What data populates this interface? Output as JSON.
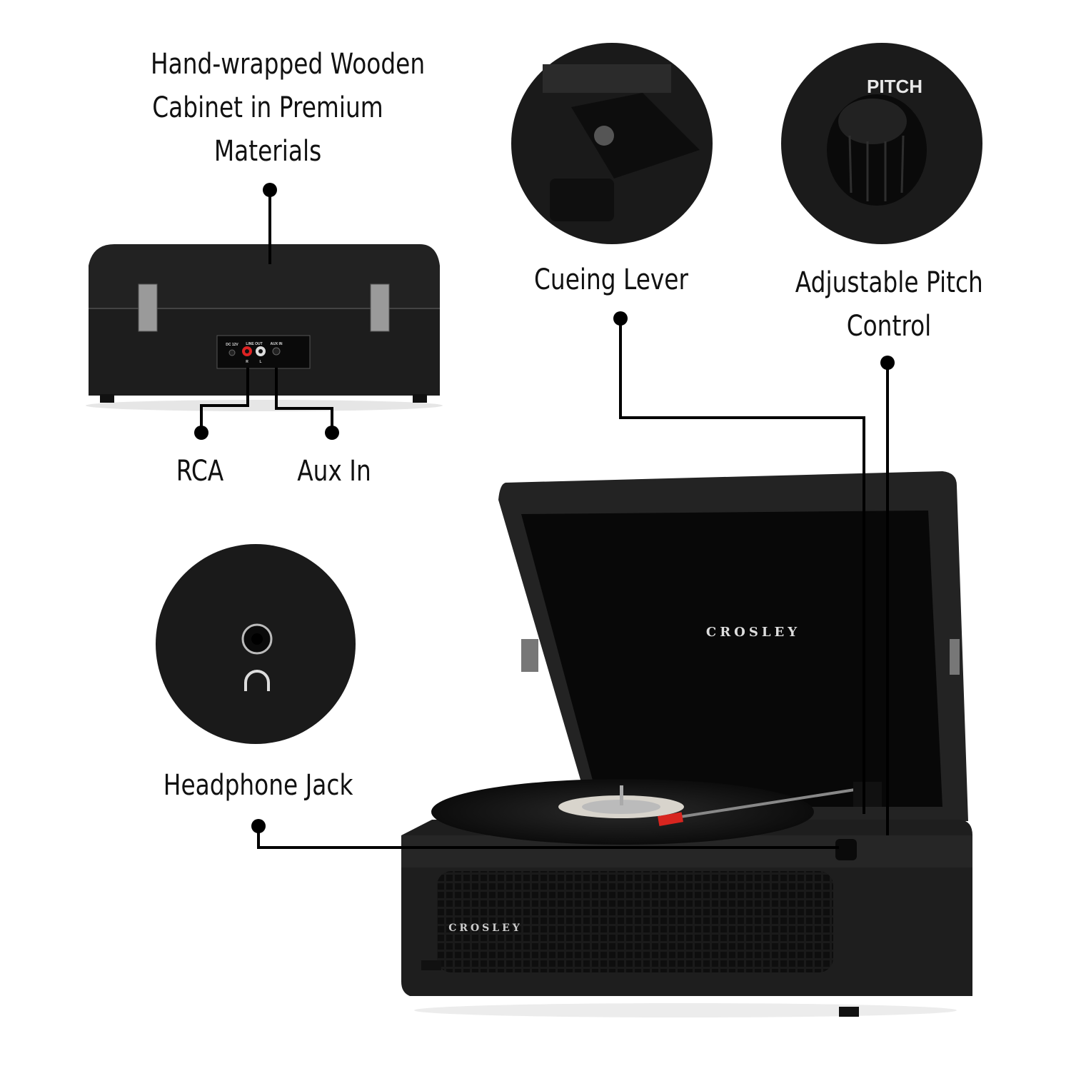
{
  "callouts": {
    "cabinet": {
      "line1": "Hand-wrapped Wooden",
      "line2": "Cabinet in Premium",
      "line3": "Materials"
    },
    "rca": "RCA",
    "aux": "Aux In",
    "cueing": "Cueing Lever",
    "pitch": {
      "line1": "Adjustable Pitch",
      "line2": "Control"
    },
    "headphone": "Headphone Jack"
  },
  "product": {
    "brand": "CROSLEY",
    "pitch_knob_label": "PITCH",
    "back_panel": {
      "power": "DC 12V",
      "line_out": "LINE OUT",
      "aux_in": "AUX IN",
      "right": "R",
      "left": "L"
    }
  },
  "colors": {
    "cabinet": "#1c1c1c",
    "ink": "#000000",
    "background": "#ffffff",
    "stylus": "#d8251f"
  }
}
